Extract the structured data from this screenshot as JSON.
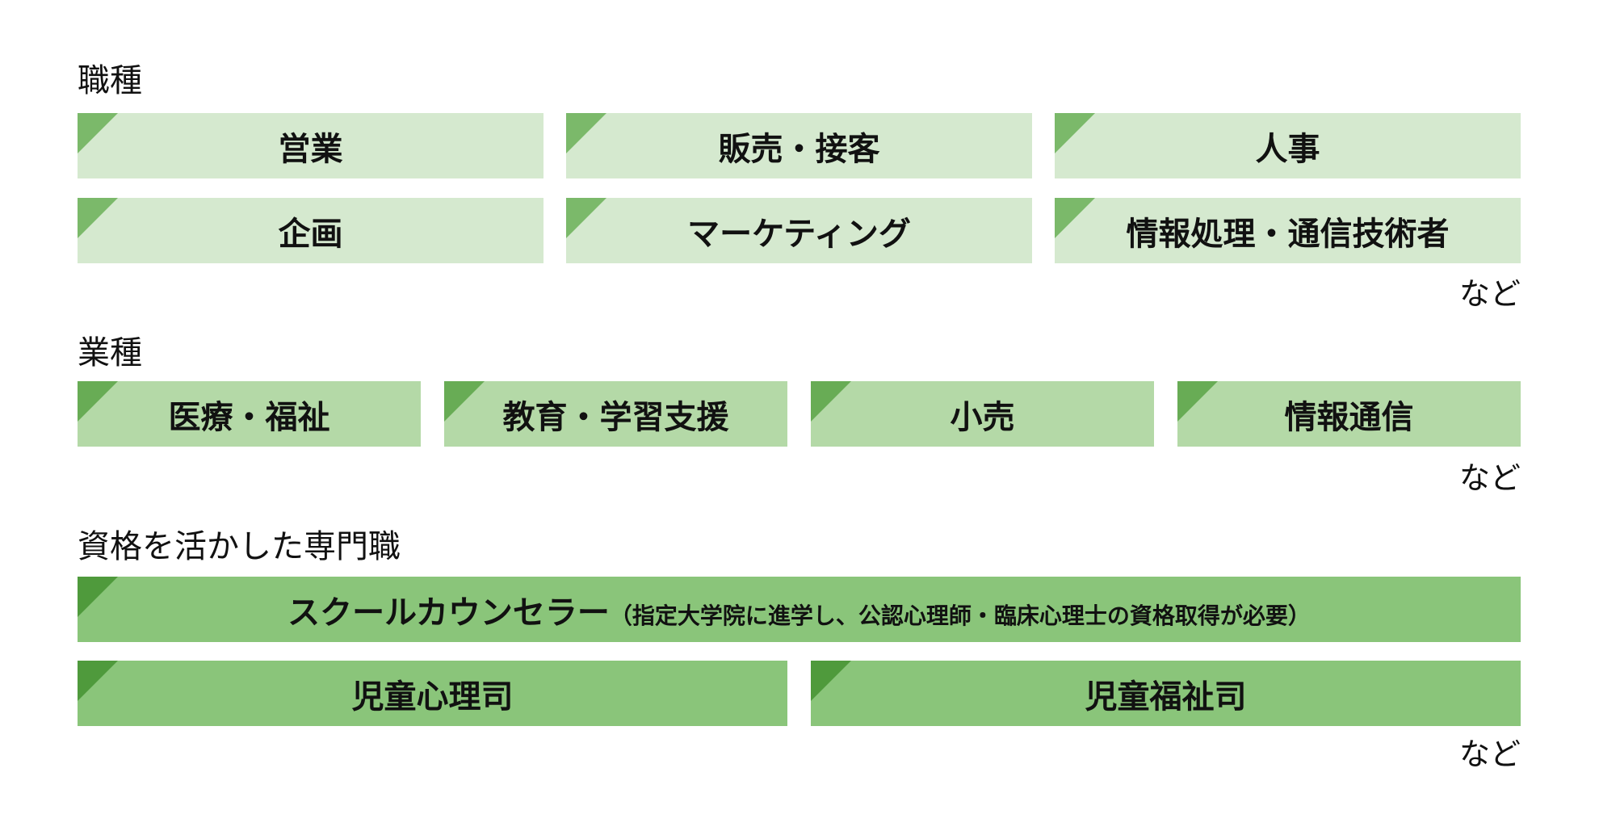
{
  "colors": {
    "section1_box": "#d5e9cf",
    "section1_corner": "#7bb96a",
    "section2_box": "#b4d9a7",
    "section2_corner": "#68ac55",
    "section3_box": "#8ac57a",
    "section3_corner": "#4f9a3c"
  },
  "sections": [
    {
      "title": "職種",
      "items": [
        "営業",
        "販売・接客",
        "人事",
        "企画",
        "マーケティング",
        "情報処理・通信技術者"
      ],
      "note": "など"
    },
    {
      "title": "業種",
      "items": [
        "医療・福祉",
        "教育・学習支援",
        "小売",
        "情報通信"
      ],
      "note": "など"
    },
    {
      "title": "資格を活かした専門職",
      "items": [
        {
          "label": "スクールカウンセラー",
          "sub": "（指定大学院に進学し、公認心理師・臨床心理士の資格取得が必要）"
        },
        {
          "label": "児童心理司"
        },
        {
          "label": "児童福祉司"
        }
      ],
      "note": "など"
    }
  ]
}
